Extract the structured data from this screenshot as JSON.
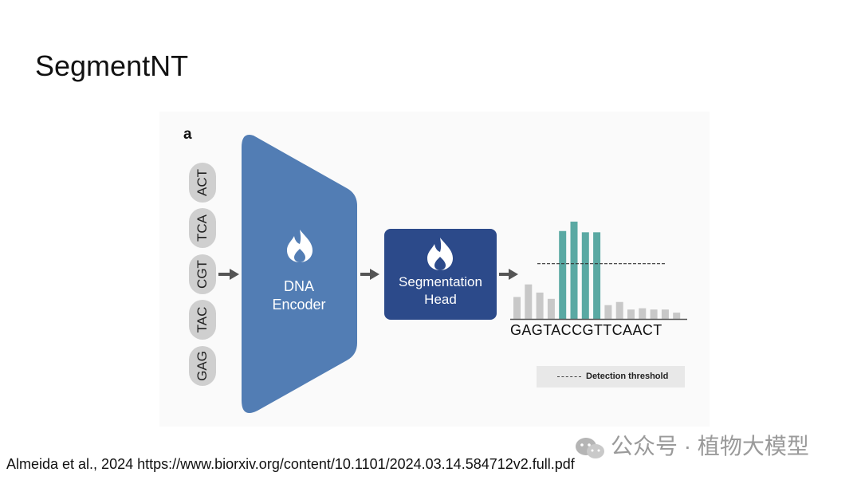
{
  "title": "SegmentNT",
  "figure": {
    "panel_label": "a",
    "tokens": [
      "ACT",
      "TCA",
      "CGT",
      "TAC",
      "GAG"
    ],
    "encoder": {
      "line1": "DNA",
      "line2": "Encoder",
      "color": "#527db4",
      "icon": "flame-icon"
    },
    "head": {
      "line1": "Segmentation",
      "line2": "Head",
      "color": "#2c4a8a",
      "icon": "flame-icon"
    },
    "sequence": "GAGTACCGTTCAACT",
    "legend_label": "Detection threshold",
    "colors": {
      "above_threshold": "#5aa9a3",
      "below_threshold": "#c8c8c8",
      "arrow": "#555555"
    }
  },
  "chart_data": {
    "type": "bar",
    "categories": [
      "G",
      "A",
      "G",
      "T",
      "A",
      "C",
      "C",
      "G",
      "T",
      "T",
      "C",
      "A",
      "A",
      "C",
      "T"
    ],
    "values": [
      0.35,
      0.55,
      0.42,
      0.32,
      1.4,
      1.55,
      1.38,
      1.38,
      0.22,
      0.27,
      0.15,
      0.17,
      0.15,
      0.15,
      0.1
    ],
    "threshold": 0.88,
    "highlighted": [
      false,
      false,
      false,
      false,
      true,
      true,
      true,
      true,
      false,
      false,
      false,
      false,
      false,
      false,
      false
    ],
    "ylim": [
      0,
      1.6
    ],
    "legend": "Detection threshold"
  },
  "citation": "Almeida et al., 2024 https://www.biorxiv.org/content/10.1101/2024.03.14.584712v2.full.pdf",
  "watermark": "公众号 · 植物大模型"
}
